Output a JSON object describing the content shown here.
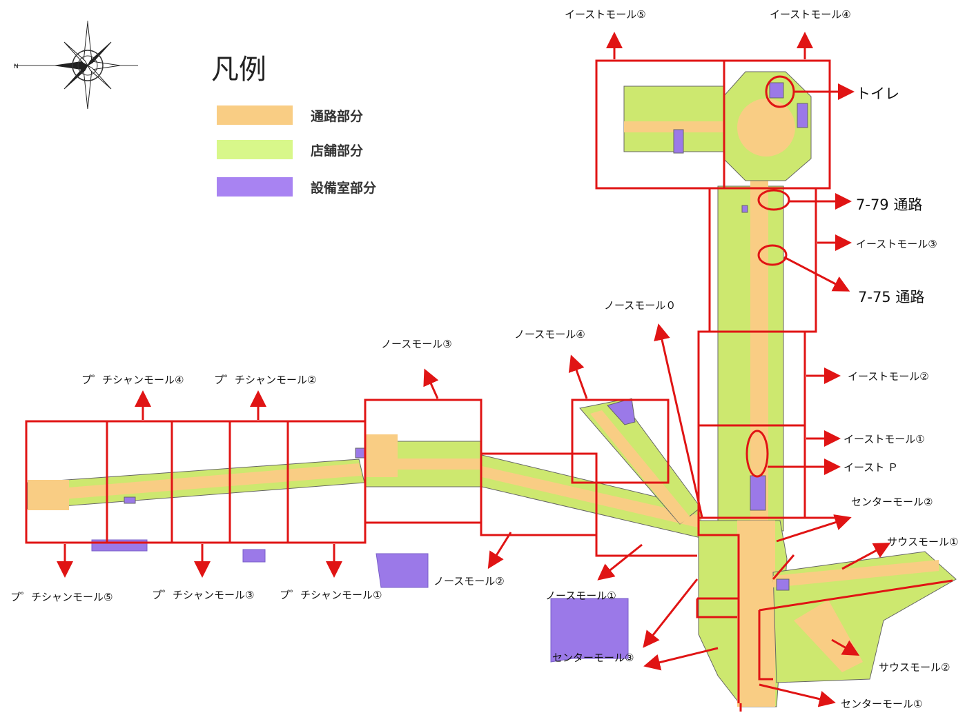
{
  "legend": {
    "title": "凡例",
    "items": [
      {
        "label": "通路部分",
        "color": "#f9cd84"
      },
      {
        "label": "店舗部分",
        "color": "#d8f78a"
      },
      {
        "label": "設備室部分",
        "color": "#a883f2"
      }
    ]
  },
  "compass": {
    "north_label": "N"
  },
  "colors": {
    "section_frame": "#e01414",
    "corridor": "#f9cd84",
    "shop": "#cde86f",
    "equipment": "#9b79e8",
    "outline": "#555555"
  },
  "labels": {
    "east_mall_5": "イーストモール⑤",
    "east_mall_4": "イーストモール④",
    "toilet": "トイレ",
    "passage_7_79": "7-79 通路",
    "east_mall_3": "イーストモール③",
    "passage_7_75": "7-75 通路",
    "north_mall_0": "ノースモール０",
    "north_mall_4": "ノースモール④",
    "north_mall_3": "ノースモール③",
    "east_mall_2": "イーストモール②",
    "east_mall_1": "イーストモール①",
    "east_p": "イースト Ｐ",
    "petit_champ_4": "プ゜チシャンモール④",
    "petit_champ_2": "プ゜チシャンモール②",
    "center_mall_2": "センターモール②",
    "south_mall_1": "サウスモール①",
    "north_mall_2": "ノースモール②",
    "north_mall_1": "ノースモール①",
    "petit_champ_5": "プ゜チシャンモール⑤",
    "petit_champ_3": "プ゜チシャンモール③",
    "petit_champ_1": "プ゜チシャンモール①",
    "center_mall_3": "センターモール③",
    "south_mall_2": "サウスモール②",
    "center_mall_1": "センターモール①"
  }
}
